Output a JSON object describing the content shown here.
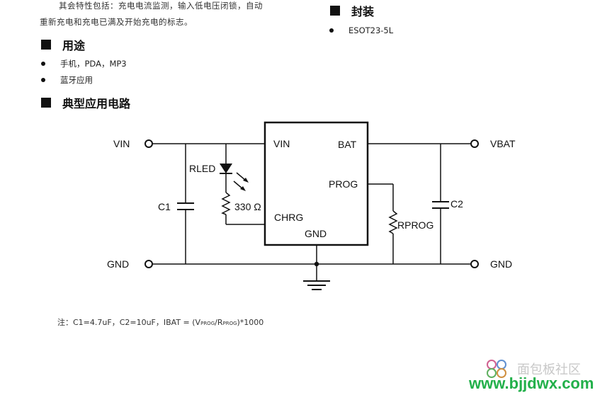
{
  "intro": {
    "line1": "其会特性包括：充电电流监测，输入低电压闭锁，自动",
    "line2": "重新充电和充电已满及开始充电的标志。"
  },
  "package": {
    "heading": "封装",
    "items": [
      "ESOT23-5L"
    ]
  },
  "uses": {
    "heading": "用途",
    "items": [
      "手机，PDA，MP3",
      "蓝牙应用"
    ]
  },
  "circuit_section": {
    "heading": "典型应用电路"
  },
  "circuit": {
    "ic_pins": {
      "vin": "VIN",
      "bat": "BAT",
      "prog": "PROG",
      "chrg": "CHRG",
      "gnd": "GND"
    },
    "terminals": {
      "vin_left": "VIN",
      "gnd_left": "GND",
      "vbat_right": "VBAT",
      "gnd_right": "GND"
    },
    "components": {
      "c1": "C1",
      "c2": "C2",
      "rled": "RLED",
      "r330": "330 Ω",
      "rprog": "RPROG"
    }
  },
  "note": {
    "prefix": "注：C1=4.7uF，C2=10uF，IBAT = (V",
    "sub1": "PROG",
    "mid": "/R",
    "sub2": "PROG",
    "suffix": ")*1000"
  },
  "watermark": {
    "cn": "面包板社区",
    "url": "www.bjjdwx.com"
  }
}
